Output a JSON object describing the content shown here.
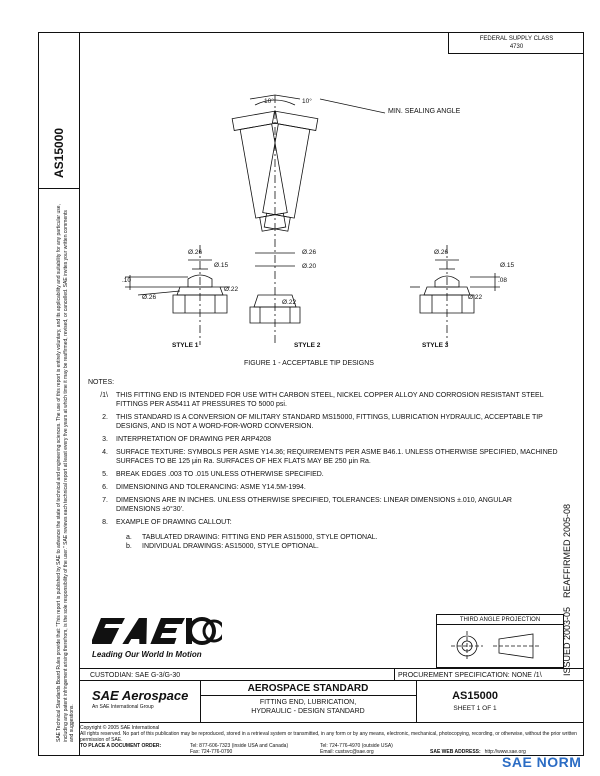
{
  "doc": {
    "id_left": "AS15000",
    "federal_supply_class_label": "FEDERAL SUPPLY CLASS",
    "federal_supply_class": "4730",
    "legal_notice": "SAE Technical Standards Board Rules provide that: \"This report is published by SAE to advance the state of technical and engineering sciences. The use of this report is entirely voluntary, and its applicability and suitability for any particular use, including any patent infringement arising therefrom, is the sole responsibility of the user.\" SAE reviews each technical report at least every five years at which time it may be reaffirmed, revised, or cancelled. SAE invites your written comments and suggestions.",
    "reaffirmed": "REAFFIRMED 2005-08",
    "issued": "ISSUED 2003-05"
  },
  "drawing": {
    "angle_left": "10°",
    "angle_right": "10°",
    "min_sealing_angle": "MIN. SEALING ANGLE",
    "style1": {
      "d026_top": "Ø.26",
      "d015": "Ø.15",
      "d010": ".10",
      "d026": "Ø.26",
      "d022": "Ø.22",
      "label": "STYLE 1"
    },
    "style2": {
      "d026": "Ø.26",
      "d020": "Ø.20",
      "d022": "Ø.22",
      "label": "STYLE 2"
    },
    "style3": {
      "d026": "Ø.26",
      "d015": "Ø.15",
      "d008": ".08",
      "d022": "Ø.22",
      "label": "STYLE 3"
    },
    "figure_caption": "FIGURE 1 - ACCEPTABLE TIP DESIGNS"
  },
  "notes": {
    "heading": "NOTES:",
    "items": [
      {
        "num": "/1\\",
        "text": "THIS FITTING END IS INTENDED FOR USE WITH CARBON STEEL, NICKEL COPPER ALLOY AND CORROSION RESISTANT STEEL FITTINGS PER AS5411 AT PRESSURES TO 5000 psi."
      },
      {
        "num": "2.",
        "text": "THIS STANDARD IS A CONVERSION OF MILITARY STANDARD MS15000, FITTINGS, LUBRICATION HYDRAULIC, ACCEPTABLE TIP DESIGNS, AND IS NOT A WORD-FOR-WORD CONVERSION."
      },
      {
        "num": "3.",
        "text": "INTERPRETATION OF DRAWING PER ARP4208"
      },
      {
        "num": "4.",
        "text": "SURFACE TEXTURE: SYMBOLS PER ASME Y14.36; REQUIREMENTS PER ASME B46.1. UNLESS OTHERWISE SPECIFIED, MACHINED SURFACES TO BE 125 μin Ra. SURFACES OF HEX FLATS MAY BE 250 μin Ra."
      },
      {
        "num": "5.",
        "text": "BREAK EDGES .003 TO .015 UNLESS OTHERWISE SPECIFIED."
      },
      {
        "num": "6.",
        "text": "DIMENSIONING AND TOLERANCING: ASME Y14.5M-1994."
      },
      {
        "num": "7.",
        "text": "DIMENSIONS ARE IN INCHES. UNLESS OTHERWISE SPECIFIED, TOLERANCES: LINEAR DIMENSIONS ±.010, ANGULAR DIMENSIONS ±0°30'."
      },
      {
        "num": "8.",
        "text": "EXAMPLE OF DRAWING CALLOUT:"
      }
    ],
    "sub": [
      {
        "letter": "a.",
        "text": "TABULATED DRAWING: FITTING END PER AS15000, STYLE OPTIONAL."
      },
      {
        "letter": "b.",
        "text": "INDIVIDUAL DRAWINGS: AS15000, STYLE OPTIONAL."
      }
    ]
  },
  "projection": {
    "title": "THIRD ANGLE PROJECTION"
  },
  "sae": {
    "logo": "SAE 100",
    "tagline": "Leading Our World In Motion",
    "aerospace": "SAE Aerospace",
    "aerospace_sub": "An SAE International Group"
  },
  "titleblock": {
    "custodian": "CUSTODIAN:  SAE G-3/G-30",
    "procurement": "PROCUREMENT SPECIFICATION: NONE /1\\",
    "aerospace_standard": "AEROSPACE STANDARD",
    "title_line1": "FITTING END, LUBRICATION,",
    "title_line2": "HYDRAULIC - DESIGN STANDARD",
    "doc_number": "AS15000",
    "sheet": "SHEET 1 OF 1"
  },
  "footer": {
    "copyright": "Copyright © 2005 SAE International",
    "rights": "All rights reserved. No part of this publication may be reproduced, stored in a retrieval system or transmitted, in any form or by any means, electronic, mechanical, photocopying, recording, or otherwise, without the prior written permission of SAE.",
    "order_label": "TO PLACE A DOCUMENT ORDER:",
    "tel1": "Tel: 877-606-7323 (inside USA and Canada)",
    "tel2": "Tel: 724-776-4970 (outside USA)",
    "fax": "Fax: 724-776-0790",
    "email": "Email: custsvc@sae.org",
    "web_label": "SAE WEB ADDRESS:",
    "web": "http://www.sae.org"
  },
  "watermark": "SAE NORM"
}
